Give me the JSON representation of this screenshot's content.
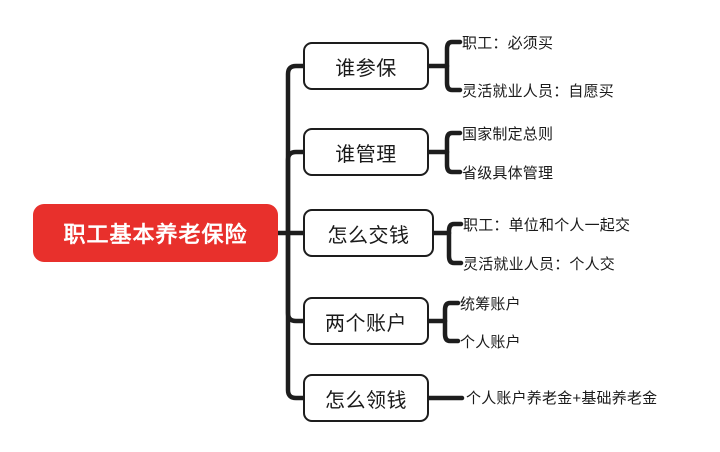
{
  "diagram": {
    "type": "mind-map",
    "orientation": "left-to-right",
    "colors": {
      "root_fill": "#e8302c",
      "root_text": "#ffffff",
      "branch_border": "#1d1d1d",
      "branch_fill": "#ffffff",
      "text": "#1a1a1a",
      "connector": "#1d1d1d",
      "background": "#ffffff"
    },
    "root": {
      "label": "职工基本养老保险"
    },
    "branches": [
      {
        "label": "谁参保",
        "connector_style": "bracket",
        "leaves": [
          {
            "label": "职工：必须买"
          },
          {
            "label": "灵活就业人员：自愿买"
          }
        ]
      },
      {
        "label": "谁管理",
        "connector_style": "bracket",
        "leaves": [
          {
            "label": "国家制定总则"
          },
          {
            "label": "省级具体管理"
          }
        ]
      },
      {
        "label": "怎么交钱",
        "connector_style": "bracket",
        "leaves": [
          {
            "label": "职工：单位和个人一起交"
          },
          {
            "label": "灵活就业人员：个人交"
          }
        ]
      },
      {
        "label": "两个账户",
        "connector_style": "bracket",
        "leaves": [
          {
            "label": "统筹账户"
          },
          {
            "label": "个人账户"
          }
        ]
      },
      {
        "label": "怎么领钱",
        "connector_style": "straight",
        "leaves": [
          {
            "label": "个人账户养老金+基础养老金"
          }
        ]
      }
    ]
  }
}
